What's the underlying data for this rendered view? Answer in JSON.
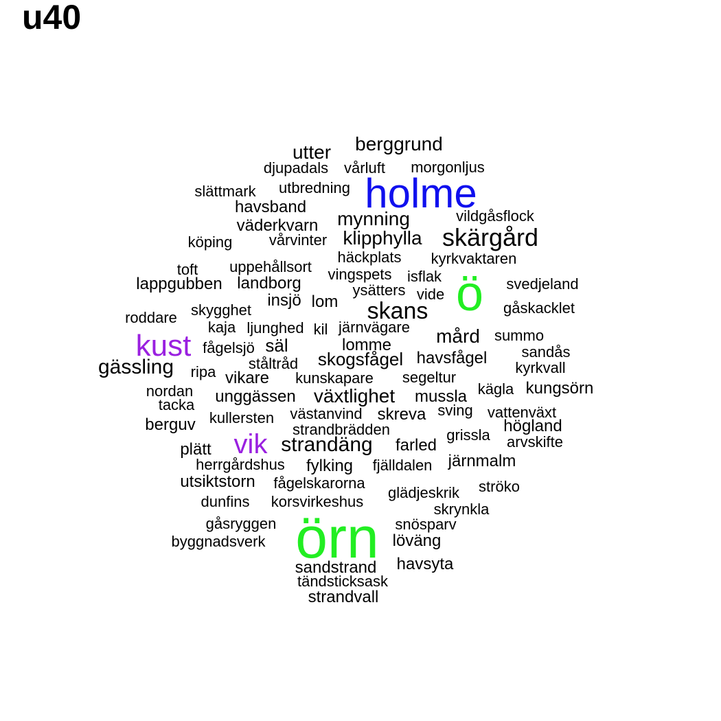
{
  "title": "u40",
  "colors": {
    "default": "#000000",
    "green": "#22ee22",
    "blue": "#1010ee",
    "purple": "#9a20e0"
  },
  "words": [
    {
      "text": "utter",
      "color": "default"
    },
    {
      "text": "berggrund",
      "color": "default"
    },
    {
      "text": "djupadals",
      "color": "default"
    },
    {
      "text": "vårluft",
      "color": "default"
    },
    {
      "text": "morgonljus",
      "color": "default"
    },
    {
      "text": "holme",
      "color": "blue"
    },
    {
      "text": "slättmark",
      "color": "default"
    },
    {
      "text": "utbredning",
      "color": "default"
    },
    {
      "text": "havsband",
      "color": "default"
    },
    {
      "text": "vildgåsflock",
      "color": "default"
    },
    {
      "text": "mynning",
      "color": "default"
    },
    {
      "text": "väderkvarn",
      "color": "default"
    },
    {
      "text": "köping",
      "color": "default"
    },
    {
      "text": "vårvinter",
      "color": "default"
    },
    {
      "text": "klipphylla",
      "color": "default"
    },
    {
      "text": "skärgård",
      "color": "default"
    },
    {
      "text": "häckplats",
      "color": "default"
    },
    {
      "text": "kyrkvaktaren",
      "color": "default"
    },
    {
      "text": "toft",
      "color": "default"
    },
    {
      "text": "uppehållsort",
      "color": "default"
    },
    {
      "text": "vingspets",
      "color": "default"
    },
    {
      "text": "isflak",
      "color": "default"
    },
    {
      "text": "ö",
      "color": "green"
    },
    {
      "text": "lappgubben",
      "color": "default"
    },
    {
      "text": "landborg",
      "color": "default"
    },
    {
      "text": "svedjeland",
      "color": "default"
    },
    {
      "text": "ysätters",
      "color": "default"
    },
    {
      "text": "vide",
      "color": "default"
    },
    {
      "text": "insjö",
      "color": "default"
    },
    {
      "text": "lom",
      "color": "default"
    },
    {
      "text": "skygghet",
      "color": "default"
    },
    {
      "text": "skans",
      "color": "default"
    },
    {
      "text": "gåskacklet",
      "color": "default"
    },
    {
      "text": "roddare",
      "color": "default"
    },
    {
      "text": "kaja",
      "color": "default"
    },
    {
      "text": "ljunghed",
      "color": "default"
    },
    {
      "text": "kil",
      "color": "default"
    },
    {
      "text": "järnvägare",
      "color": "default"
    },
    {
      "text": "mård",
      "color": "default"
    },
    {
      "text": "summo",
      "color": "default"
    },
    {
      "text": "kust",
      "color": "purple"
    },
    {
      "text": "fågelsjö",
      "color": "default"
    },
    {
      "text": "säl",
      "color": "default"
    },
    {
      "text": "lomme",
      "color": "default"
    },
    {
      "text": "sandås",
      "color": "default"
    },
    {
      "text": "skogsfågel",
      "color": "default"
    },
    {
      "text": "havsfågel",
      "color": "default"
    },
    {
      "text": "ståltråd",
      "color": "default"
    },
    {
      "text": "gässling",
      "color": "default"
    },
    {
      "text": "kyrkvall",
      "color": "default"
    },
    {
      "text": "ripa",
      "color": "default"
    },
    {
      "text": "vikare",
      "color": "default"
    },
    {
      "text": "kunskapare",
      "color": "default"
    },
    {
      "text": "segeltur",
      "color": "default"
    },
    {
      "text": "nordan",
      "color": "default"
    },
    {
      "text": "kägla",
      "color": "default"
    },
    {
      "text": "kungsörn",
      "color": "default"
    },
    {
      "text": "unggässen",
      "color": "default"
    },
    {
      "text": "växtlighet",
      "color": "default"
    },
    {
      "text": "mussla",
      "color": "default"
    },
    {
      "text": "tacka",
      "color": "default"
    },
    {
      "text": "sving",
      "color": "default"
    },
    {
      "text": "vattenväxt",
      "color": "default"
    },
    {
      "text": "västanvind",
      "color": "default"
    },
    {
      "text": "skreva",
      "color": "default"
    },
    {
      "text": "kullersten",
      "color": "default"
    },
    {
      "text": "berguv",
      "color": "default"
    },
    {
      "text": "högland",
      "color": "default"
    },
    {
      "text": "strandbrädden",
      "color": "default"
    },
    {
      "text": "grissla",
      "color": "default"
    },
    {
      "text": "vik",
      "color": "purple"
    },
    {
      "text": "arvskifte",
      "color": "default"
    },
    {
      "text": "strandäng",
      "color": "default"
    },
    {
      "text": "farled",
      "color": "default"
    },
    {
      "text": "plätt",
      "color": "default"
    },
    {
      "text": "järnmalm",
      "color": "default"
    },
    {
      "text": "herrgårdshus",
      "color": "default"
    },
    {
      "text": "fylking",
      "color": "default"
    },
    {
      "text": "fjälldalen",
      "color": "default"
    },
    {
      "text": "utsiktstorn",
      "color": "default"
    },
    {
      "text": "fågelskarorna",
      "color": "default"
    },
    {
      "text": "ströko",
      "color": "default"
    },
    {
      "text": "glädjeskrik",
      "color": "default"
    },
    {
      "text": "dunfins",
      "color": "default"
    },
    {
      "text": "korsvirkeshus",
      "color": "default"
    },
    {
      "text": "skrynkla",
      "color": "default"
    },
    {
      "text": "gåsryggen",
      "color": "default"
    },
    {
      "text": "örn",
      "color": "green"
    },
    {
      "text": "snösparv",
      "color": "default"
    },
    {
      "text": "byggnadsverk",
      "color": "default"
    },
    {
      "text": "löväng",
      "color": "default"
    },
    {
      "text": "havsyta",
      "color": "default"
    },
    {
      "text": "sandstrand",
      "color": "default"
    },
    {
      "text": "tändsticksask",
      "color": "default"
    },
    {
      "text": "strandvall",
      "color": "default"
    }
  ]
}
